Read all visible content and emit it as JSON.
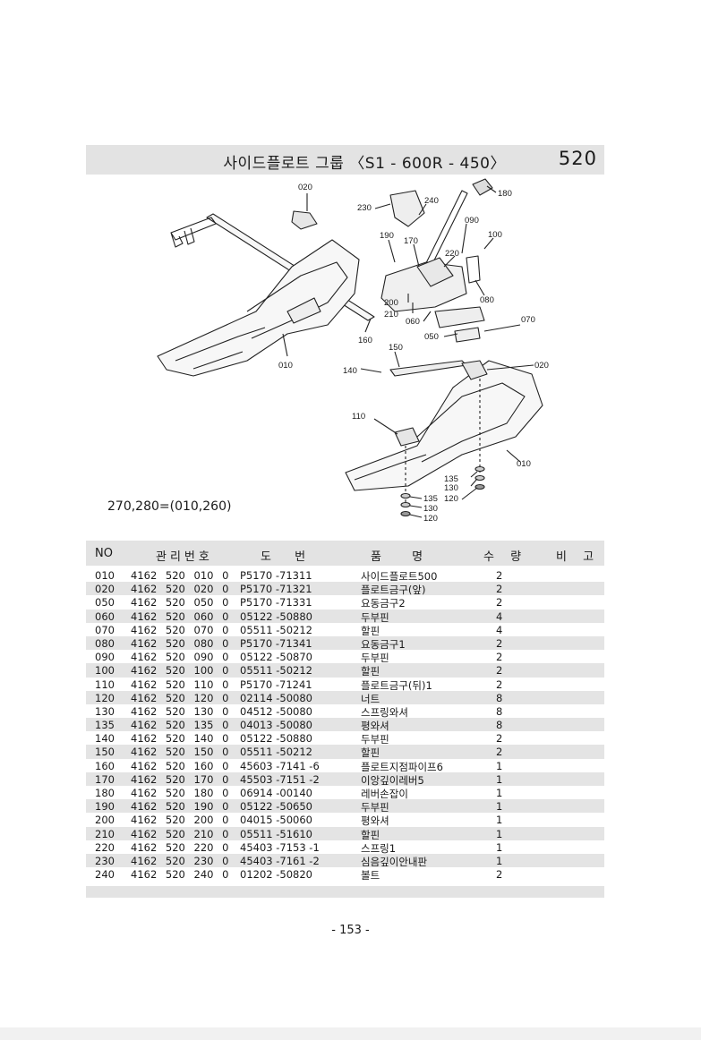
{
  "header": {
    "title": "사이드플로트 그룹 〈S1 - 600R - 450〉",
    "group_number": "520"
  },
  "diagram": {
    "callouts": {
      "c020a": "020",
      "c230": "230",
      "c240": "240",
      "c180": "180",
      "c190": "190",
      "c170": "170",
      "c090": "090",
      "c100": "100",
      "c220": "220",
      "c080": "080",
      "c200": "200",
      "c210": "210",
      "c060": "060",
      "c070": "070",
      "c050": "050",
      "c160": "160",
      "c010a": "010",
      "c150": "150",
      "c140": "140",
      "c020b": "020",
      "c110": "110",
      "c010b": "010",
      "c135a": "135",
      "c130a": "130",
      "c120a": "120",
      "c135b": "135",
      "c130b": "130",
      "c120b": "120"
    }
  },
  "equivalence_note": "270,280=(010,260)",
  "table": {
    "headers": {
      "no": "NO",
      "control": "관리번호",
      "drawing": "도 번",
      "name": "품 명",
      "qty": "수 량",
      "remark": "비 고"
    },
    "rows": [
      {
        "no": "010",
        "control": "4162 520 010 0",
        "drawing": "P5170 -71311",
        "name": "사이드플로트500",
        "qty": "2"
      },
      {
        "no": "020",
        "control": "4162 520 020 0",
        "drawing": "P5170 -71321",
        "name": "플로트금구(앞)",
        "qty": "2"
      },
      {
        "no": "050",
        "control": "4162 520 050 0",
        "drawing": "P5170 -71331",
        "name": "요동금구2",
        "qty": "2"
      },
      {
        "no": "060",
        "control": "4162 520 060 0",
        "drawing": "05122 -50880",
        "name": "두부핀",
        "qty": "4"
      },
      {
        "no": "070",
        "control": "4162 520 070 0",
        "drawing": "05511 -50212",
        "name": "할핀",
        "qty": "4"
      },
      {
        "no": "080",
        "control": "4162 520 080 0",
        "drawing": "P5170 -71341",
        "name": "요동금구1",
        "qty": "2"
      },
      {
        "no": "090",
        "control": "4162 520 090 0",
        "drawing": "05122 -50870",
        "name": "두부핀",
        "qty": "2"
      },
      {
        "no": "100",
        "control": "4162 520 100 0",
        "drawing": "05511 -50212",
        "name": "할핀",
        "qty": "2"
      },
      {
        "no": "110",
        "control": "4162 520 110 0",
        "drawing": "P5170 -71241",
        "name": "플로트금구(뒤)1",
        "qty": "2"
      },
      {
        "no": "120",
        "control": "4162 520 120 0",
        "drawing": "02114 -50080",
        "name": "너트",
        "qty": "8"
      },
      {
        "no": "130",
        "control": "4162 520 130 0",
        "drawing": "04512 -50080",
        "name": "스프링와셔",
        "qty": "8"
      },
      {
        "no": "135",
        "control": "4162 520 135 0",
        "drawing": "04013 -50080",
        "name": "평와셔",
        "qty": "8"
      },
      {
        "no": "140",
        "control": "4162 520 140 0",
        "drawing": "05122 -50880",
        "name": "두부핀",
        "qty": "2"
      },
      {
        "no": "150",
        "control": "4162 520 150 0",
        "drawing": "05511 -50212",
        "name": "할핀",
        "qty": "2"
      },
      {
        "no": "160",
        "control": "4162 520 160 0",
        "drawing": "45603 -7141 -6",
        "name": "플로트지점파이프6",
        "qty": "1"
      },
      {
        "no": "170",
        "control": "4162 520 170 0",
        "drawing": "45503 -7151 -2",
        "name": "이앙깊이레버5",
        "qty": "1"
      },
      {
        "no": "180",
        "control": "4162 520 180 0",
        "drawing": "06914 -00140",
        "name": "레버손잡이",
        "qty": "1"
      },
      {
        "no": "190",
        "control": "4162 520 190 0",
        "drawing": "05122 -50650",
        "name": "두부핀",
        "qty": "1"
      },
      {
        "no": "200",
        "control": "4162 520 200 0",
        "drawing": "04015 -50060",
        "name": "평와셔",
        "qty": "1"
      },
      {
        "no": "210",
        "control": "4162 520 210 0",
        "drawing": "05511 -51610",
        "name": "할핀",
        "qty": "1"
      },
      {
        "no": "220",
        "control": "4162 520 220 0",
        "drawing": "45403 -7153 -1",
        "name": "스프링1",
        "qty": "1"
      },
      {
        "no": "230",
        "control": "4162 520 230 0",
        "drawing": "45403 -7161 -2",
        "name": "심음깊이안내판",
        "qty": "1"
      },
      {
        "no": "240",
        "control": "4162 520 240 0",
        "drawing": "01202 -50820",
        "name": "볼트",
        "qty": "2"
      }
    ]
  },
  "footer": {
    "page_number": "- 153 -"
  }
}
